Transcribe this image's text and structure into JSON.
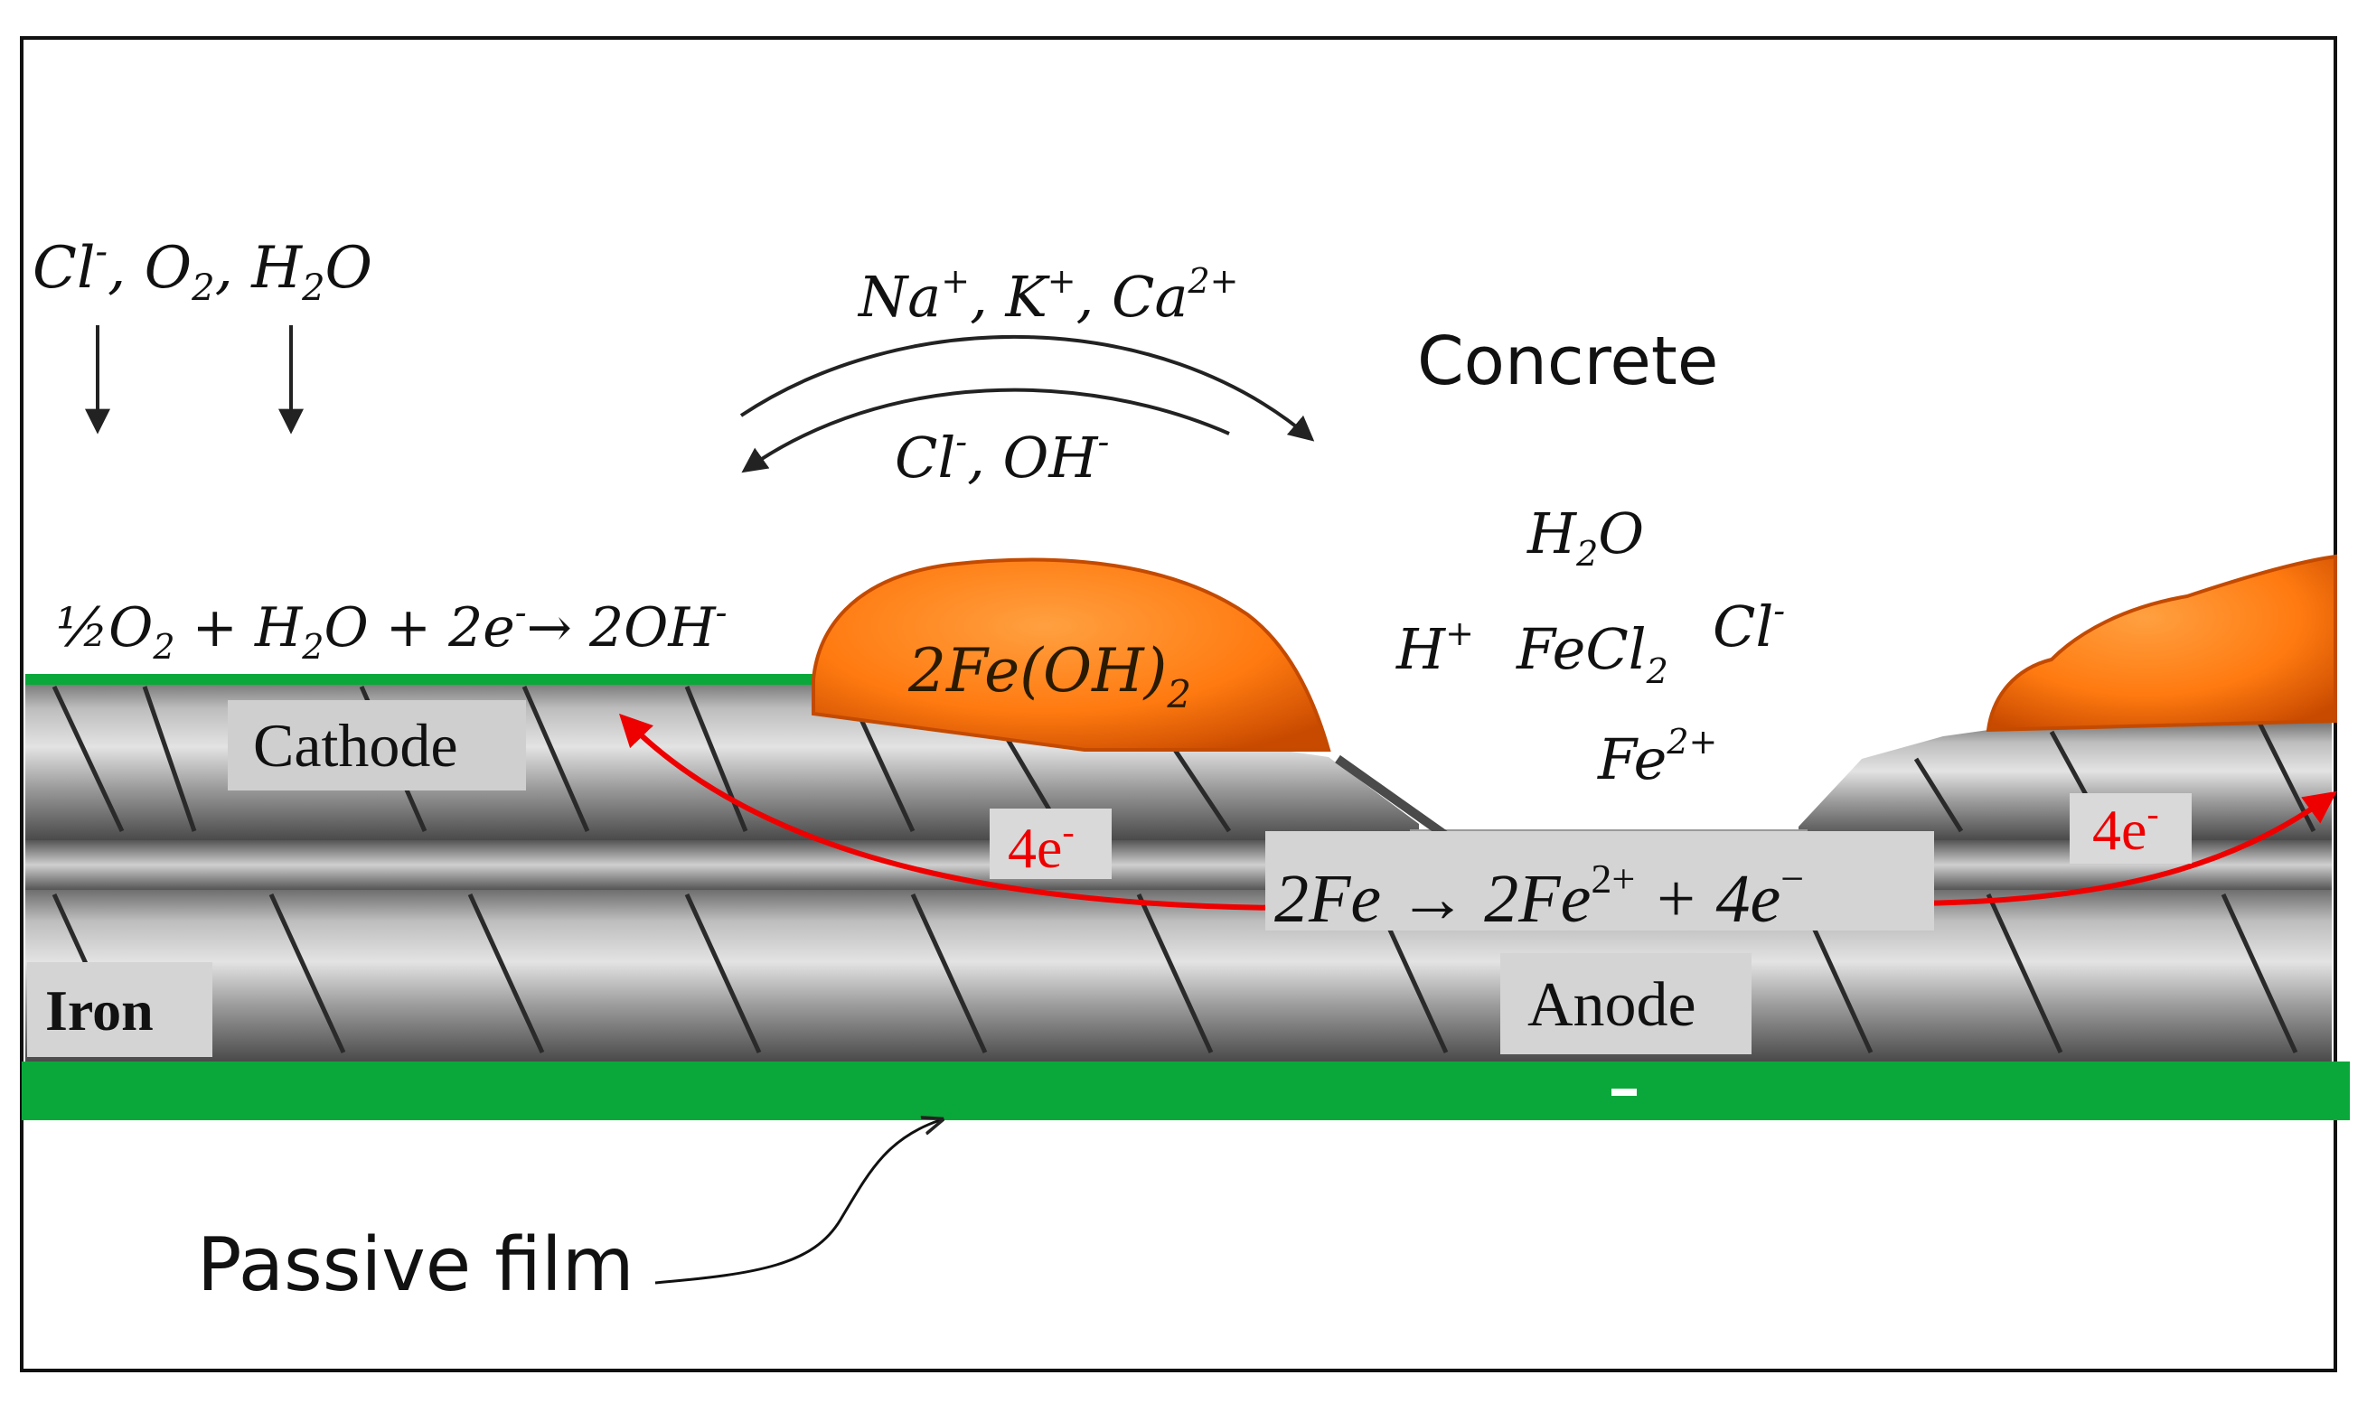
{
  "diagram": {
    "top_reactants": {
      "a": "Cl",
      "a_sup": "-",
      "b": ", O",
      "b_sub": "2",
      "c": ", H",
      "c_sub": "2",
      "d": "O"
    },
    "migration_up": {
      "na": "Na",
      "na_sup": "+",
      "k": ", K",
      "k_sup": "+",
      "ca": ", Ca",
      "ca_sup": "2+"
    },
    "migration_down": {
      "cl": "Cl",
      "cl_sup": "-",
      "oh": ", OH",
      "oh_sup": "-"
    },
    "concrete_label": "Concrete",
    "cathode_reaction": {
      "half": "½",
      "o": "O",
      "o_sub": "2",
      "plus1": " + H",
      "h_sub": "2",
      "rest": "O + 2e",
      "e_sup": "-",
      "arrow": "→",
      "prod": " 2OH",
      "prod_sup": "-"
    },
    "rust_left": {
      "main": "2Fe(OH)",
      "sub": "2"
    },
    "pit_species": {
      "water": "H",
      "water_sub": "2",
      "water_end": "O",
      "hplus": "H",
      "hplus_sup": "+",
      "fecl": "FeCl",
      "fecl_sub": "2",
      "cl": "Cl",
      "cl_sup": "-",
      "fe": "Fe",
      "fe_sup": "2+"
    },
    "cathode_label": "Cathode",
    "electron_left": {
      "num": "4e",
      "sup": "-"
    },
    "electron_right": {
      "num": "4e",
      "sup": "-"
    },
    "anode_reaction": {
      "a": "2Fe ",
      "arrow": "→",
      "b": " 2Fe",
      "b_sup": "2+",
      "c": " + 4e",
      "c_sup": "−"
    },
    "iron_label": "Iron",
    "anode_label": "Anode",
    "passive_film_label": "Passive film",
    "colors": {
      "passive_film": "#0aa83a",
      "electron_arrow": "#ee0000",
      "rust_dark": "#d05400",
      "rust_light": "#ff8a12"
    }
  }
}
